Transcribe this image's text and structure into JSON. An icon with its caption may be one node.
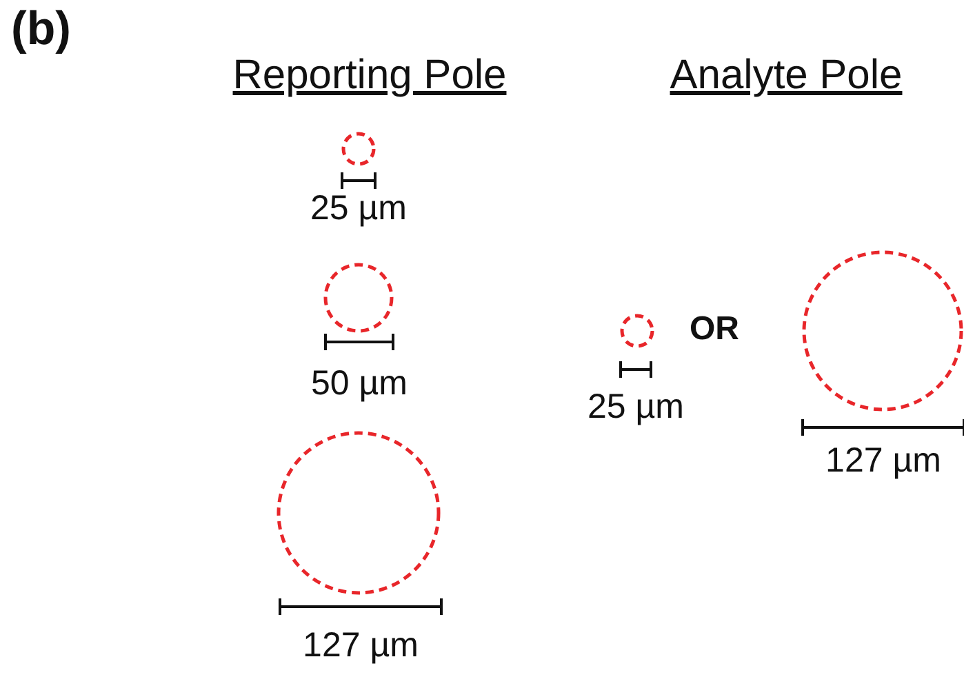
{
  "diagram": {
    "nodes": [
      {
        "text": [],
        "shape": "circle",
        "beside": [
          "25 µm"
        ]
      },
      {
        "text": [],
        "shape": "circle",
        "beside": [
          "50 µm"
        ]
      },
      {
        "text": [],
        "shape": "circle",
        "beside": [
          "127 µm"
        ]
      },
      {
        "text": [],
        "shape": "circle",
        "beside": [
          "25 µm"
        ]
      },
      {
        "text": [],
        "shape": "circle",
        "beside": [
          "127 µm"
        ]
      }
    ],
    "labels": [
      "(b)",
      "Reporting Pole",
      "Analyte Pole",
      "OR"
    ]
  }
}
